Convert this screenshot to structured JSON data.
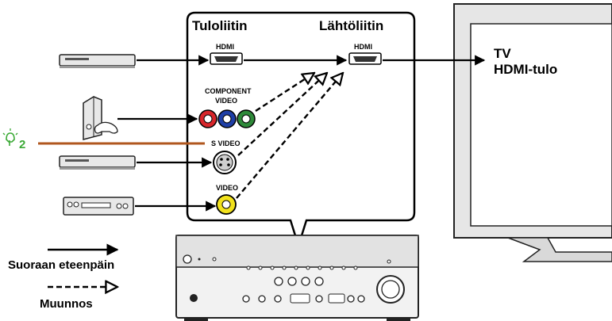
{
  "panel": {
    "input_title": "Tuloliitin",
    "output_title": "Lähtöliitin"
  },
  "connectors": {
    "hdmi_in": "HDMI",
    "hdmi_out": "HDMI",
    "component": "COMPONENT",
    "component_sub": "VIDEO",
    "svideo": "S VIDEO",
    "video": "VIDEO"
  },
  "tv": {
    "line1": "TV",
    "line2": "HDMI-tulo"
  },
  "note": {
    "number": "2",
    "color": "#3aa935"
  },
  "legend": {
    "direct": "Suoraan eteenpäin",
    "convert": "Muunnos"
  },
  "colors": {
    "component_red": "#d7262b",
    "component_blue": "#1f3fa6",
    "component_green": "#2f8a3a",
    "video_yellow": "#f2e21d",
    "note_line": "#b0571f"
  }
}
